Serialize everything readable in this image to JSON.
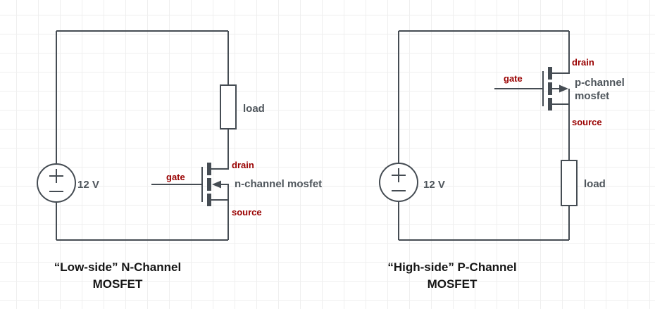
{
  "diagram": {
    "left_circuit": {
      "supply_voltage": "12 V",
      "load_label": "load",
      "gate_label": "gate",
      "drain_label": "drain",
      "source_label": "source",
      "device_label": "n-channel mosfet",
      "caption_line1": "“Low-side” N-Channel",
      "caption_line2": "MOSFET"
    },
    "right_circuit": {
      "supply_voltage": "12 V",
      "load_label": "load",
      "gate_label": "gate",
      "drain_label": "drain",
      "source_label": "source",
      "device_label": "p-channel mosfet",
      "caption_line1": "“High-side” P-Channel",
      "caption_line2": "MOSFET"
    },
    "colors": {
      "wire": "#454c53",
      "terminal_label": "#990000",
      "component_label": "#4f565c",
      "caption_text": "#161616",
      "grid_line": "#efefef",
      "background": "#ffffff"
    }
  }
}
